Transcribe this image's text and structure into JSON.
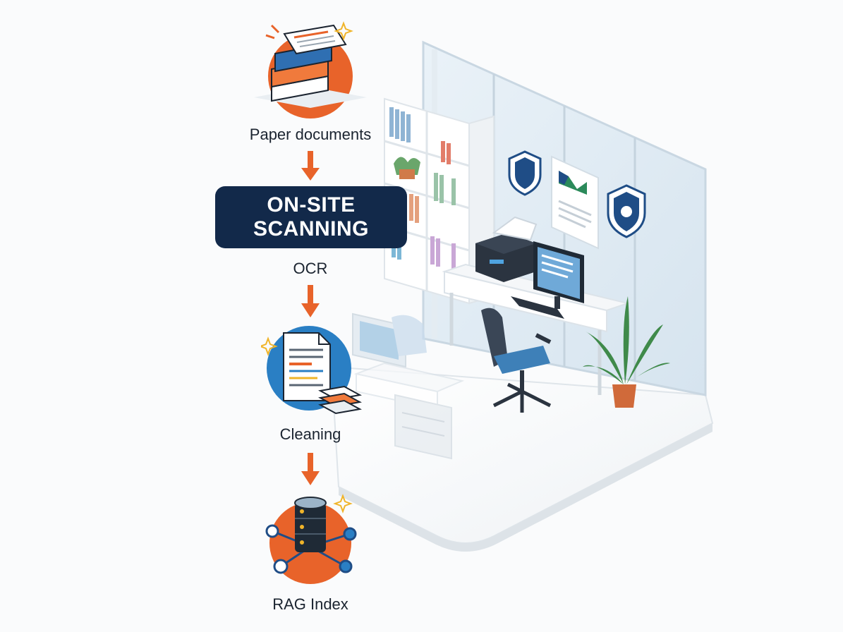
{
  "steps": {
    "paper": "Paper documents",
    "scanning_line1": "ON-SITE",
    "scanning_line2": "SCANNING",
    "ocr": "OCR",
    "cleaning": "Cleaning",
    "rag": "RAG Index"
  },
  "colors": {
    "navy": "#12294a",
    "orange": "#e8632a",
    "blue": "#2a7fc4",
    "accent_yellow": "#f0b429"
  },
  "icons": [
    "paper-stack-icon",
    "document-cleaning-icon",
    "database-network-icon",
    "arrow-down-icon",
    "shield-icon",
    "printer-icon",
    "monitor-icon"
  ]
}
